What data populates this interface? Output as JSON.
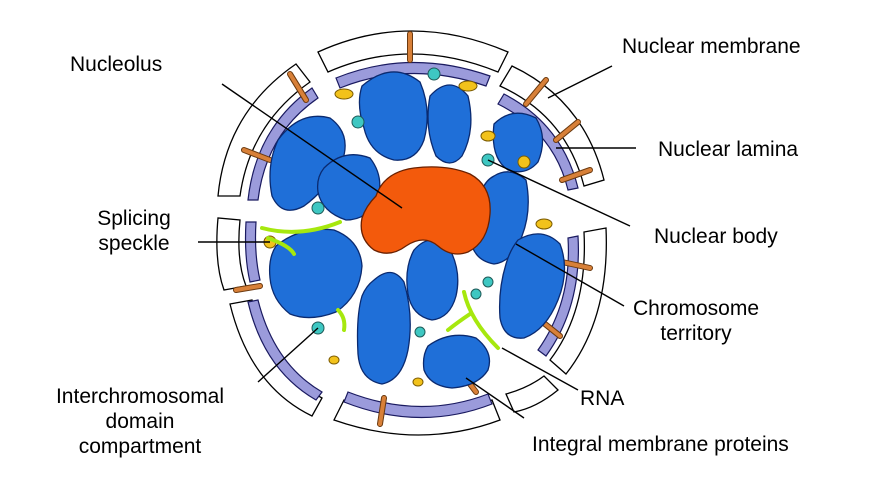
{
  "diagram": {
    "labels": {
      "nucleolus": "Nucleolus",
      "nuclear_membrane": "Nuclear membrane",
      "nuclear_lamina": "Nuclear lamina",
      "splicing_speckle": [
        "Splicing",
        "speckle"
      ],
      "nuclear_body": "Nuclear body",
      "chromosome_territory": [
        "Chromosome",
        "territory"
      ],
      "interchromosomal": [
        "Interchromosomal",
        "domain",
        "compartment"
      ],
      "rna": "RNA",
      "integral_membrane_proteins": "Integral membrane proteins"
    },
    "colors": {
      "chromosome_territory": "#1f6fd8",
      "nucleolus": "#f35a0c",
      "nuclear_lamina": "#9b9bdb",
      "integral_membrane_protein": "#d88038",
      "nuclear_body": "#3ec7c2",
      "splicing_speckle": "#f2c21b",
      "rna": "#a6e80e"
    }
  }
}
